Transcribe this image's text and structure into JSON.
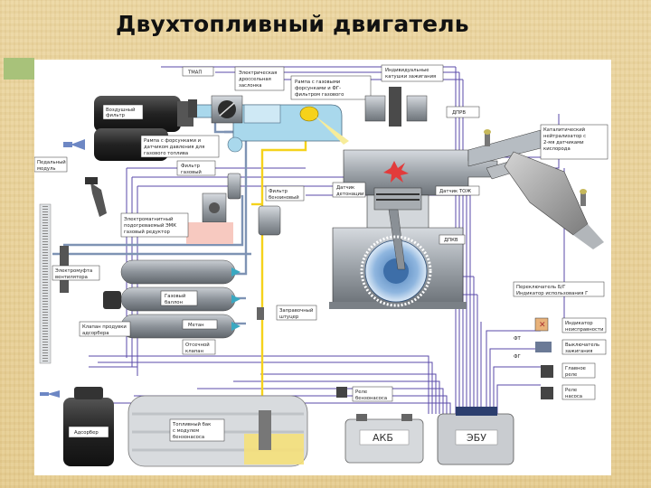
{
  "title": "Двухтопливный двигатель",
  "labels": {
    "tmap": "ТМАП",
    "throttle": [
      "Электрическая",
      "дроссельная",
      "заслонка"
    ],
    "gas_ramp": [
      "Рампа с газовыми",
      "форсунками и ФГ-",
      "фильтром газового"
    ],
    "injectors": [
      "Индивидуальные",
      "катушки зажигания"
    ],
    "air_filter": [
      "Воздушный",
      "фильтр"
    ],
    "dprv": "ДПРВ",
    "petrol_ramp": [
      "Рампа с форсунками и",
      "датчиком давления для",
      "газового топлива"
    ],
    "pedal": [
      "Педальный",
      "модуль"
    ],
    "gas_filter": [
      "Фильтр",
      "газовый"
    ],
    "fuel_filter": [
      "Фильтр",
      "бензиновый"
    ],
    "knock": [
      "Датчик",
      "детонации"
    ],
    "ect": "Датчик ТОЖ",
    "catalyst": [
      "Каталитический",
      "нейтрализатор с",
      "2-мя датчиками",
      "кислорода"
    ],
    "reducer": [
      "Электромагнитный",
      "подогреваемый ЭМК",
      "газовый редуктор"
    ],
    "dpkv": "ДПКВ",
    "fan": [
      "Электромуфта",
      "вентилятора"
    ],
    "cylinder": [
      "Газовый",
      "баллон"
    ],
    "methane": "Метан",
    "filler": [
      "Заправочный",
      "штуцер"
    ],
    "gas_switch": [
      "Переключатель Б/Г",
      "Индикатор использования Г"
    ],
    "purge": [
      "Клапан продувки",
      "адсорбера"
    ],
    "valve": [
      "Отсечной",
      "клапан"
    ],
    "indicator": [
      "Индикатор",
      "неисправности"
    ],
    "ignition": [
      "Выключатель",
      "зажигания"
    ],
    "main_relay": [
      "Главное",
      "реле"
    ],
    "pump_relay": [
      "Реле",
      "насоса"
    ],
    "petrol_relay": [
      "Реле",
      "бензонасоса"
    ],
    "adsorber": "Адсорбер",
    "tank": [
      "Топливный бак",
      "с модулем",
      "бензонасоса"
    ],
    "battery": "АКБ",
    "ecu": "ЭБУ",
    "signal_a": "ФТ",
    "signal_b": "ФГ"
  },
  "colors": {
    "background": "#e9d39c",
    "accent_stripe": "#a8c27a",
    "title": "#111111",
    "wire": "#5a4aa8",
    "gas_line": "#7e93b4",
    "fuel_line": "#f5d21b",
    "coolant": "#a9d8ec",
    "metal": "#9aa0a6"
  }
}
